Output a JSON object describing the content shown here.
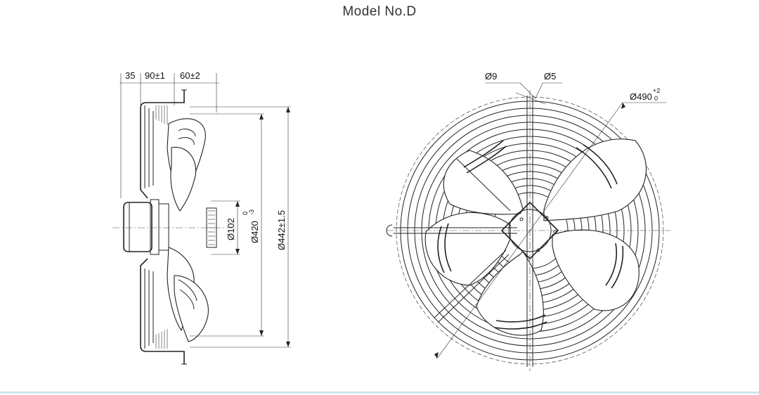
{
  "title": "Model No.D",
  "side_view": {
    "dim_depth_front": "35",
    "dim_depth_middle": "90±1",
    "dim_depth_rear": "60±2",
    "dim_hub_diameter": "Ø102",
    "dim_blade_diameter": "Ø420",
    "dim_blade_tol_upper": "0",
    "dim_blade_tol_lower": "-3",
    "dim_overall_diameter": "Ø442±1.5"
  },
  "front_view": {
    "dim_mount_hole": "Ø9",
    "dim_wire": "Ø5",
    "dim_guard_diameter": "Ø490",
    "dim_guard_tol_upper": "+2",
    "dim_guard_tol_lower": "0"
  },
  "colors": {
    "line": "#222222",
    "title": "#333333",
    "rule": "#cfe3ef"
  }
}
